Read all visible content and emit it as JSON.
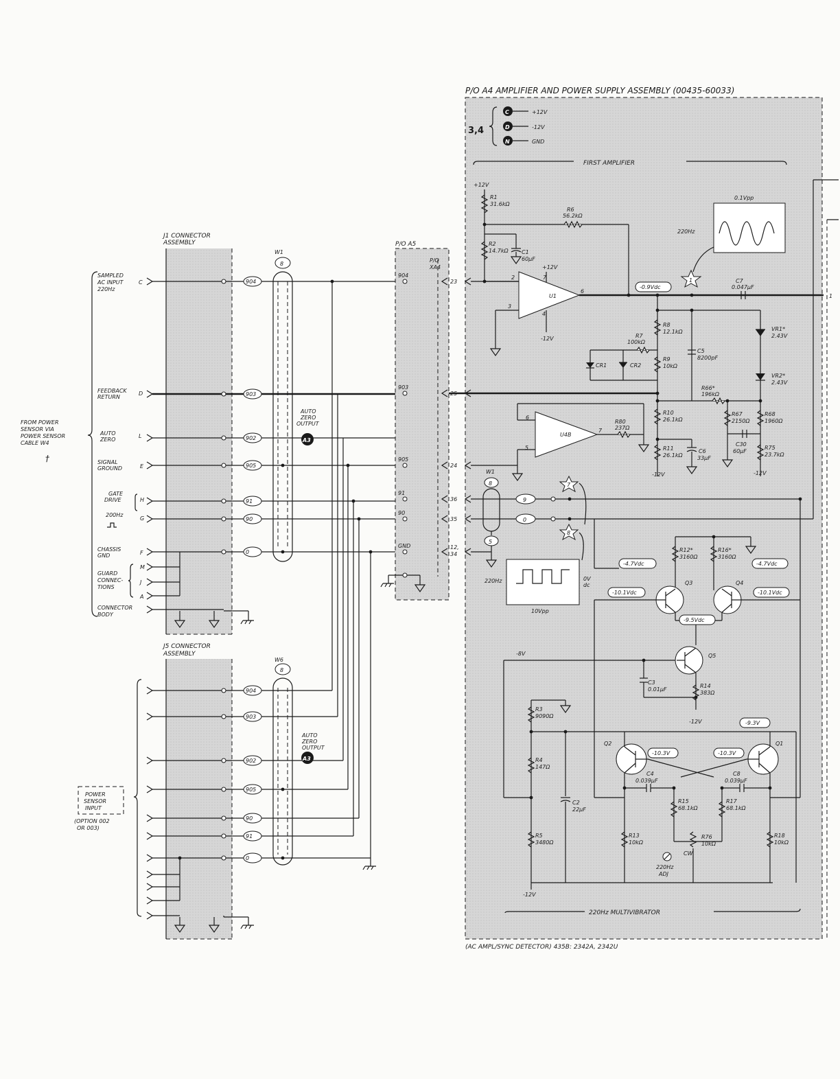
{
  "title": "P/O A4 AMPLIFIER AND POWER SUPPLY ASSEMBLY (00435-60033)",
  "footer": "(AC AMPL/SYNC DETECTOR) 435B: 2342A, 2342U",
  "legend": {
    "ref": "3,4",
    "items": [
      {
        "letter": "C",
        "label": "+12V"
      },
      {
        "letter": "D",
        "label": "-12V"
      },
      {
        "letter": "N",
        "label": "GND"
      }
    ]
  },
  "sections": {
    "first_amplifier": "FIRST AMPLIFIER",
    "multivibrator": "220Hz MULTIVIBRATOR"
  },
  "j1": {
    "title1": "J1 CONNECTOR",
    "title2": "ASSEMBLY",
    "from1": "FROM POWER",
    "from2": "SENSOR VIA",
    "from3": "POWER SENSOR",
    "from4": "CABLE W4",
    "dagger": "†",
    "pins": [
      {
        "label": "SAMPLED",
        "label2": "AC INPUT",
        "label3": "220Hz",
        "pin": "C",
        "wire": "904"
      },
      {
        "label": "FEEDBACK",
        "label2": "RETURN",
        "pin": "D",
        "wire": "903"
      },
      {
        "label": "AUTO",
        "label2": "ZERO",
        "pin": "L",
        "wire": "902"
      },
      {
        "label": "SIGNAL",
        "label2": "GROUND",
        "pin": "E",
        "wire": "905"
      },
      {
        "label": "GATE",
        "label2": "DRIVE",
        "pin": "H",
        "wire": "91"
      },
      {
        "label": "200Hz",
        "pin": "G",
        "wire": "90"
      },
      {
        "label": "CHASSIS",
        "label2": "GND",
        "pin": "F",
        "wire": "0"
      }
    ],
    "guard1": "GUARD",
    "guard2": "CONNEC-",
    "guard3": "TIONS",
    "guard_pins": [
      "M",
      "J",
      "A"
    ],
    "connector1": "CONNECTOR",
    "connector2": "BODY"
  },
  "j5": {
    "title1": "J5 CONNECTOR",
    "title2": "ASSEMBLY",
    "wires": [
      "904",
      "903",
      "902",
      "905",
      "90",
      "91",
      "0"
    ],
    "psi1": "POWER",
    "psi2": "SENSOR",
    "psi3": "INPUT",
    "opt1": "(OPTION 002",
    "opt2": "OR 003)"
  },
  "cables": {
    "w1": "W1",
    "w1_num": "8",
    "w6": "W6",
    "w6_num": "8"
  },
  "auto_zero": {
    "l1": "AUTO",
    "l2": "ZERO",
    "l3": "OUTPUT",
    "ref": "A3"
  },
  "a5": {
    "title": "P/O A5",
    "xa": "P/O",
    "xb": "XA4",
    "pins": [
      {
        "wire": "904",
        "pin": "23"
      },
      {
        "wire": "903",
        "pin": "25"
      },
      {
        "wire": "905",
        "pin": "24"
      },
      {
        "wire": "91",
        "pin": "36"
      },
      {
        "wire": "90",
        "pin": "35"
      },
      {
        "wire": "GND",
        "pin": "12,",
        "pin2": "34"
      }
    ]
  },
  "w1b": {
    "label": "W1",
    "num": "8",
    "c9": "9",
    "c0": "0",
    "c5": "5"
  },
  "tp": {
    "t1": "1",
    "t7": "7",
    "t8": "8"
  },
  "waves": {
    "top_amp": "0.1Vpp",
    "top_freq": "220Hz",
    "bot_freq": "220Hz",
    "bot_amp": "10Vpp",
    "bot_dc1": "0V",
    "bot_dc2": "dc"
  },
  "components": {
    "p12": "+12V",
    "R1": "R1",
    "R1v": "31.6kΩ",
    "R2": "R2",
    "R2v": "14.7kΩ",
    "C1": "C1",
    "C1v": "60µF",
    "p12b": "+12V",
    "R6": "R6",
    "R6v": "56.2kΩ",
    "U1": "U1",
    "m12a": "-12V",
    "pin2": "2",
    "pin3": "3",
    "pin7": "7",
    "pin6": "6",
    "pin4": "4",
    "v09": "-0.9Vdc",
    "C7": "C7",
    "C7v": "0.047µF",
    "out1": "1",
    "R8": "R8",
    "R8v": "12.1kΩ",
    "R7": "R7",
    "R7v": "100kΩ",
    "R9": "R9",
    "R9v": "10kΩ",
    "C5": "C5",
    "C5v": "8200pF",
    "CR1": "CR1",
    "CR2": "CR2",
    "VR1": "VR1*",
    "VR1v": "2.43V",
    "VR2": "VR2*",
    "VR2v": "2.43V",
    "R66": "R66*",
    "R66v": "196kΩ",
    "R10": "R10",
    "R10v": "26.1kΩ",
    "R67": "R67",
    "R67v": "2150Ω",
    "R68": "R68",
    "R68v": "1960Ω",
    "U4B": "U4B",
    "R80": "R80",
    "R80v": "237Ω",
    "u4p6": "6",
    "u4p5": "5",
    "u4p7": "7",
    "R11": "R11",
    "R11v": "26.1kΩ",
    "C6": "C6",
    "C6v": "33µF",
    "C30": "C30",
    "C30v": "60µF",
    "R75": "R75",
    "R75v": "23.7kΩ",
    "m12b": "-12V",
    "m12c": "-12V",
    "R12": "R12*",
    "R12v": "3160Ω",
    "R16": "R16*",
    "R16v": "3160Ω",
    "v47a": "-4.7Vdc",
    "v47b": "-4.7Vdc",
    "Q3": "Q3",
    "Q4": "Q4",
    "v101a": "-10.1Vdc",
    "v101b": "-10.1Vdc",
    "v95": "-9.5Vdc",
    "m8": "-8V",
    "Q5": "Q5",
    "C3": "C3",
    "C3v": "0.01µF",
    "R14": "R14",
    "R14v": "383Ω",
    "m12d": "-12V",
    "R3": "R3",
    "R3v": "9090Ω",
    "R4": "R4",
    "R4v": "147Ω",
    "C2": "C2",
    "C2v": "22µF",
    "R5": "R5",
    "R5v": "3480Ω",
    "Q2": "Q2",
    "Q1": "Q1",
    "v93": "-9.3V",
    "v103a": "-10.3V",
    "v103b": "-10.3V",
    "C4": "C4",
    "C4v": "0.039µF",
    "C8": "C8",
    "C8v": "0.039µF",
    "R15": "R15",
    "R15v": "68.1kΩ",
    "R17": "R17",
    "R17v": "68.1kΩ",
    "R13": "R13",
    "R13v": "10kΩ",
    "R76": "R76",
    "R76v": "10kΩ",
    "cw": "CW",
    "adj1": "220Hz",
    "adj2": "ADJ",
    "R18": "R18",
    "R18v": "10kΩ",
    "m12e": "-12V"
  }
}
